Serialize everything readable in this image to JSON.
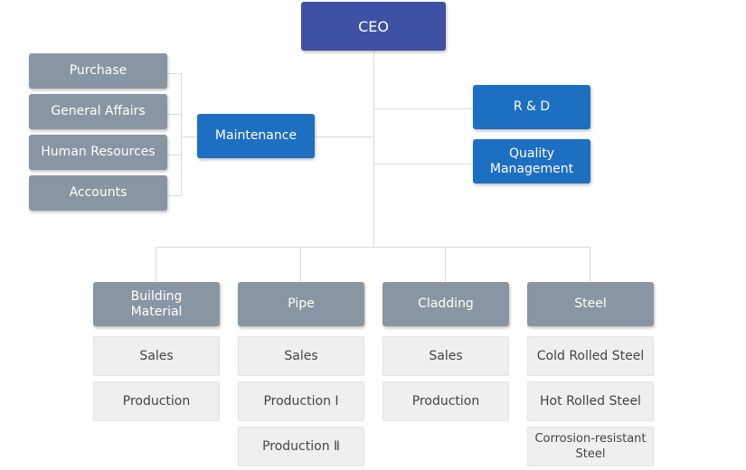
{
  "ceo": "CEO",
  "left_group": [
    "Purchase",
    "General Affairs",
    "Human Resources",
    "Accounts"
  ],
  "maintenance": "Maintenance",
  "right_group": [
    "R & D",
    "Quality\nManagement"
  ],
  "divisions": [
    {
      "title": "Building\nMaterial",
      "units": [
        "Sales",
        "Production"
      ]
    },
    {
      "title": "Pipe",
      "units": [
        "Sales",
        "Production Ⅰ",
        "Production Ⅱ"
      ]
    },
    {
      "title": "Cladding",
      "units": [
        "Sales",
        "Production"
      ]
    },
    {
      "title": "Steel",
      "units": [
        "Cold Rolled Steel",
        "Hot Rolled Steel",
        "Corrosion-resistant\nSteel"
      ]
    }
  ],
  "colors": {
    "ceo": "#3f51a5",
    "department_blue": "#1d6fc2",
    "division_grey": "#8896a3",
    "unit_light": "#efefef"
  }
}
